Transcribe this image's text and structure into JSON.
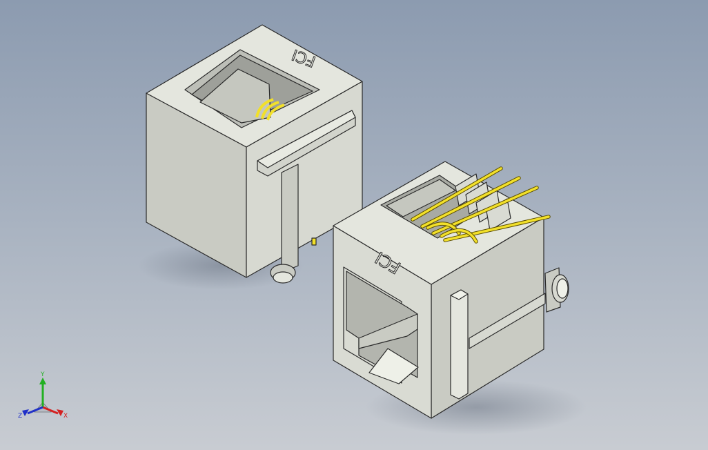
{
  "viewport": {
    "background_top": "#8c9bb0",
    "background_bottom": "#c8ccd2"
  },
  "model": {
    "body_color": "#d4d6cf",
    "pin_color": "#f2e02a",
    "connector_logo": "FCI"
  },
  "triad": {
    "x_label": "X",
    "y_label": "Y",
    "z_label": "Z",
    "x_color": "#d42020",
    "y_color": "#22b022",
    "z_color": "#2030c8"
  }
}
